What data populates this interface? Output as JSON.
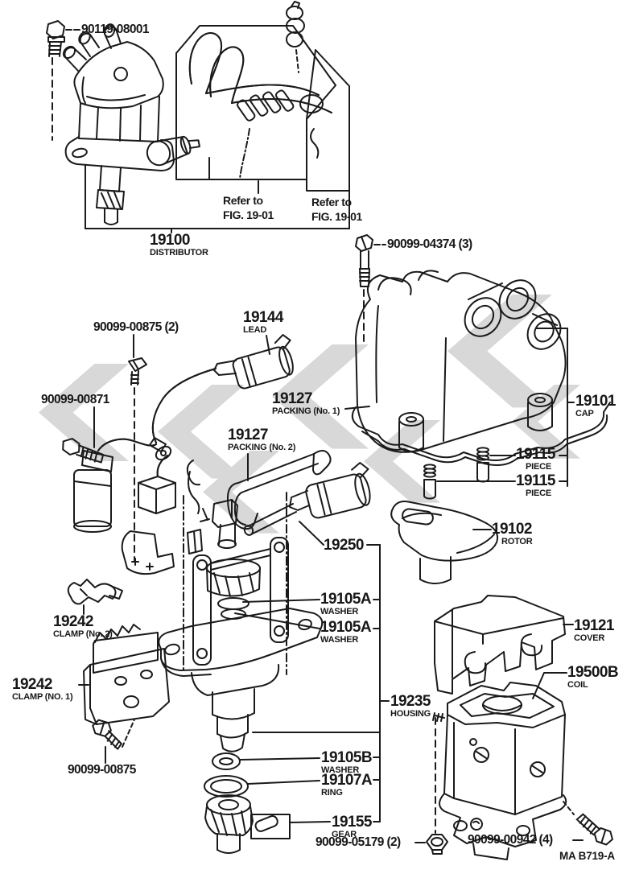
{
  "figure": {
    "code": "MA B719-A",
    "ink_color": "#1a1a1a",
    "background_color": "#ffffff",
    "watermark_color": "#9e9e9e"
  },
  "notes": {
    "refer_1": {
      "line1": "Refer to",
      "line2": "FIG. 19-01"
    },
    "refer_2": {
      "line1": "Refer to",
      "line2": "FIG. 19-01"
    }
  },
  "callouts": {
    "bolt_90119": {
      "number": "90119-08001"
    },
    "distributor": {
      "number": "19100",
      "name": "DISTRIBUTOR"
    },
    "bolt_04374": {
      "number": "90099-04374 (3)"
    },
    "lead": {
      "number": "19144",
      "name": "LEAD"
    },
    "bolt_00875_2": {
      "number": "90099-00875 (2)"
    },
    "bolt_00871": {
      "number": "90099-00871"
    },
    "packing_1": {
      "number": "19127",
      "name": "PACKING (No. 1)"
    },
    "packing_2": {
      "number": "19127",
      "name": "PACKING (No. 2)"
    },
    "cap": {
      "number": "19101",
      "name": "CAP"
    },
    "piece_1": {
      "number": "19115",
      "name": "PIECE"
    },
    "piece_2": {
      "number": "19115",
      "name": "PIECE"
    },
    "rotor": {
      "number": "19102",
      "name": "ROTOR"
    },
    "terminal": {
      "number": "19250"
    },
    "washer_a1": {
      "number": "19105A",
      "name": "WASHER"
    },
    "washer_a2": {
      "number": "19105A",
      "name": "WASHER"
    },
    "clamp_2": {
      "number": "19242",
      "name": "CLAMP (No. 2)"
    },
    "cover": {
      "number": "19121",
      "name": "COVER"
    },
    "coil": {
      "number": "19500B",
      "name": "COIL"
    },
    "clamp_1": {
      "number": "19242",
      "name": "CLAMP (NO. 1)"
    },
    "housing": {
      "number": "19235",
      "name": "HOUSING"
    },
    "bolt_00875": {
      "number": "90099-00875"
    },
    "washer_b": {
      "number": "19105B",
      "name": "WASHER"
    },
    "ring": {
      "number": "19107A",
      "name": "RING"
    },
    "gear": {
      "number": "19155",
      "name": "GEAR"
    },
    "nut_05179": {
      "number": "90099-05179 (2)"
    },
    "bolt_00942": {
      "number": "90099-00942 (4)"
    }
  }
}
